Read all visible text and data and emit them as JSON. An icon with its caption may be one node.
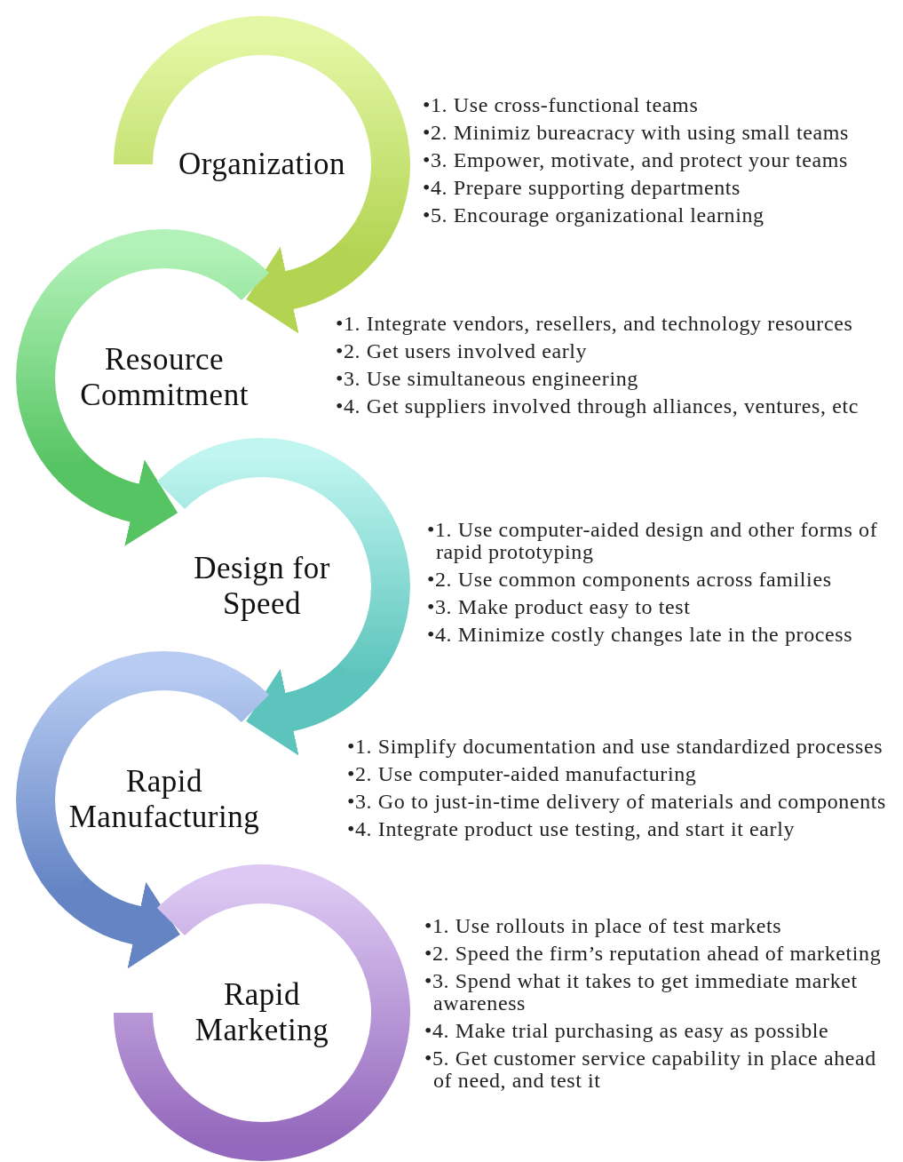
{
  "diagram": {
    "nodes": [
      {
        "text": [
          "Organization"
        ],
        "beside": [
          "•1. Use cross-functional teams",
          "•2. Minimiz bureacracy with using small teams",
          "•3. Empower, motivate, and protect your teams",
          "•4. Prepare supporting departments",
          "•5. Encourage organizational learning"
        ]
      },
      {
        "text": [
          "Resource Commitment"
        ],
        "beside": [
          "•1. Integrate vendors, resellers, and technology resources",
          "•2. Get users involved early",
          "•3. Use simultaneous engineering",
          "•4. Get suppliers involved through alliances, ventures, etc"
        ]
      },
      {
        "text": [
          "Design for Speed"
        ],
        "beside": [
          "•1. Use computer-aided design and other forms of rapid prototyping",
          "•2. Use common components across families",
          "•3. Make product easy to test",
          "•4. Minimize costly changes late in the process"
        ]
      },
      {
        "text": [
          "Rapid Manufacturing"
        ],
        "beside": [
          "•1. Simplify documentation and use standardized processes",
          "•2. Use computer-aided manufacturing",
          "•3. Go to just-in-time delivery of materials and components",
          "•4. Integrate product use testing, and start it early"
        ]
      },
      {
        "text": [
          "Rapid Marketing"
        ],
        "beside": [
          "•1. Use rollouts in place of test markets",
          "•2. Speed the firm’s reputation ahead of marketing",
          "•3. Spend what it takes to get immediate market awareness",
          "•4. Make trial purchasing as easy as possible",
          "•5. Get customer service capability in place ahead of need, and test it"
        ]
      }
    ],
    "edges": [
      {
        "from": 0,
        "to": 1,
        "arrow": "to",
        "color": "#b2d452"
      },
      {
        "from": 1,
        "to": 2,
        "arrow": "to",
        "color": "#56c463"
      },
      {
        "from": 2,
        "to": 3,
        "arrow": "to",
        "color": "#5cc4bc"
      },
      {
        "from": 3,
        "to": 4,
        "arrow": "to",
        "color": "#6484c4"
      }
    ]
  }
}
